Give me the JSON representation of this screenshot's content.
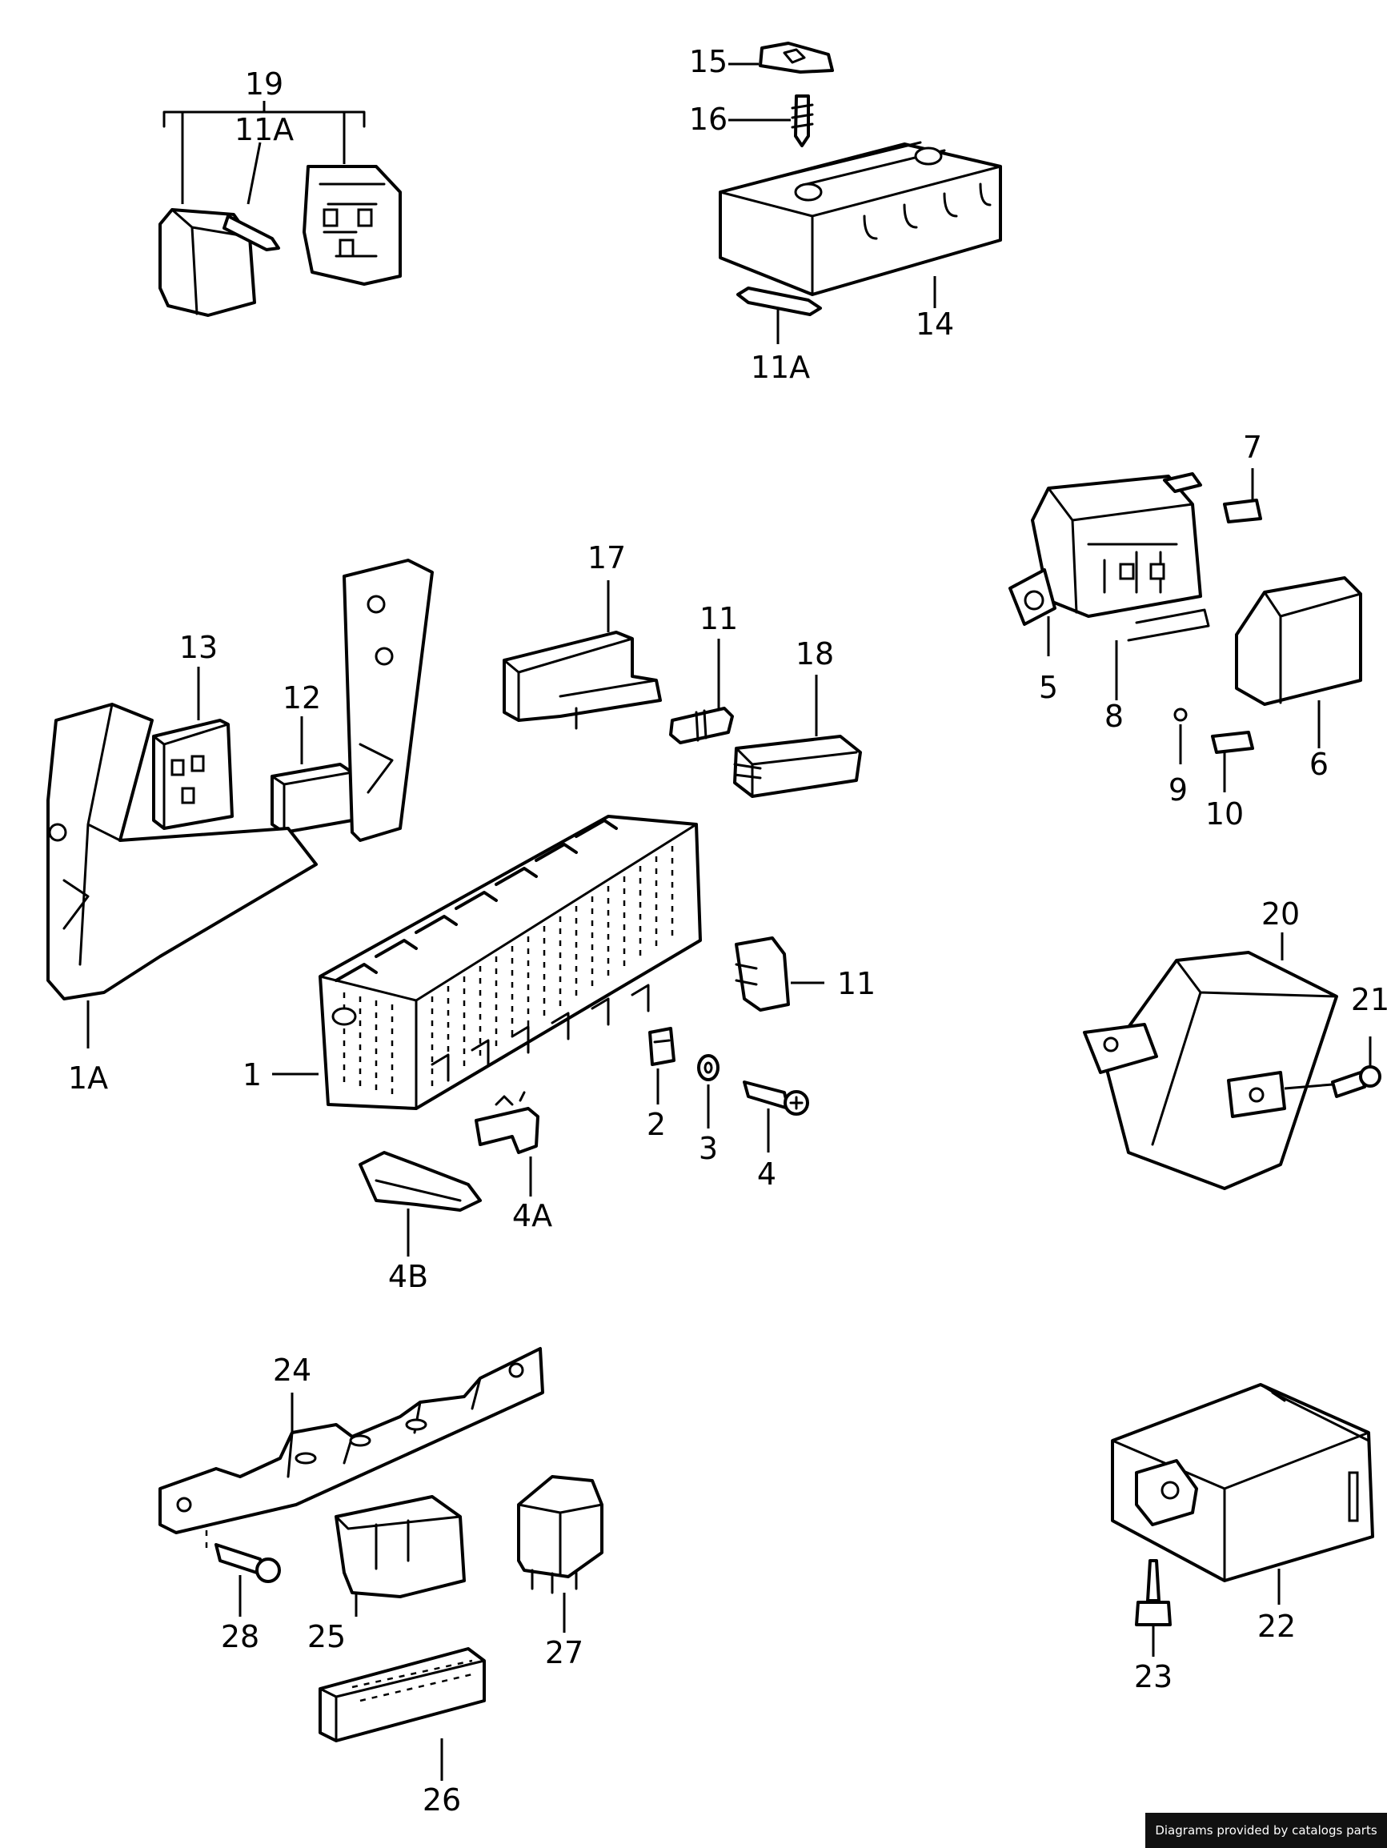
{
  "labels": {
    "l19": "19",
    "l11A_top": "11A",
    "l15": "15",
    "l16": "16",
    "l14": "14",
    "l11A_mid": "11A",
    "l7": "7",
    "l17": "17",
    "l11_top": "11",
    "l18": "18",
    "l13": "13",
    "l12": "12",
    "l5": "5",
    "l8": "8",
    "l6": "6",
    "l9": "9",
    "l10": "10",
    "l20": "20",
    "l21": "21",
    "l11_side": "11",
    "l1A": "1A",
    "l1": "1",
    "l2": "2",
    "l3": "3",
    "l4": "4",
    "l4A": "4A",
    "l4B": "4B",
    "l24": "24",
    "l28": "28",
    "l25": "25",
    "l27": "27",
    "l26": "26",
    "l22": "22",
    "l23": "23"
  },
  "footer": {
    "text": "Diagrams provided by catalogs parts"
  }
}
